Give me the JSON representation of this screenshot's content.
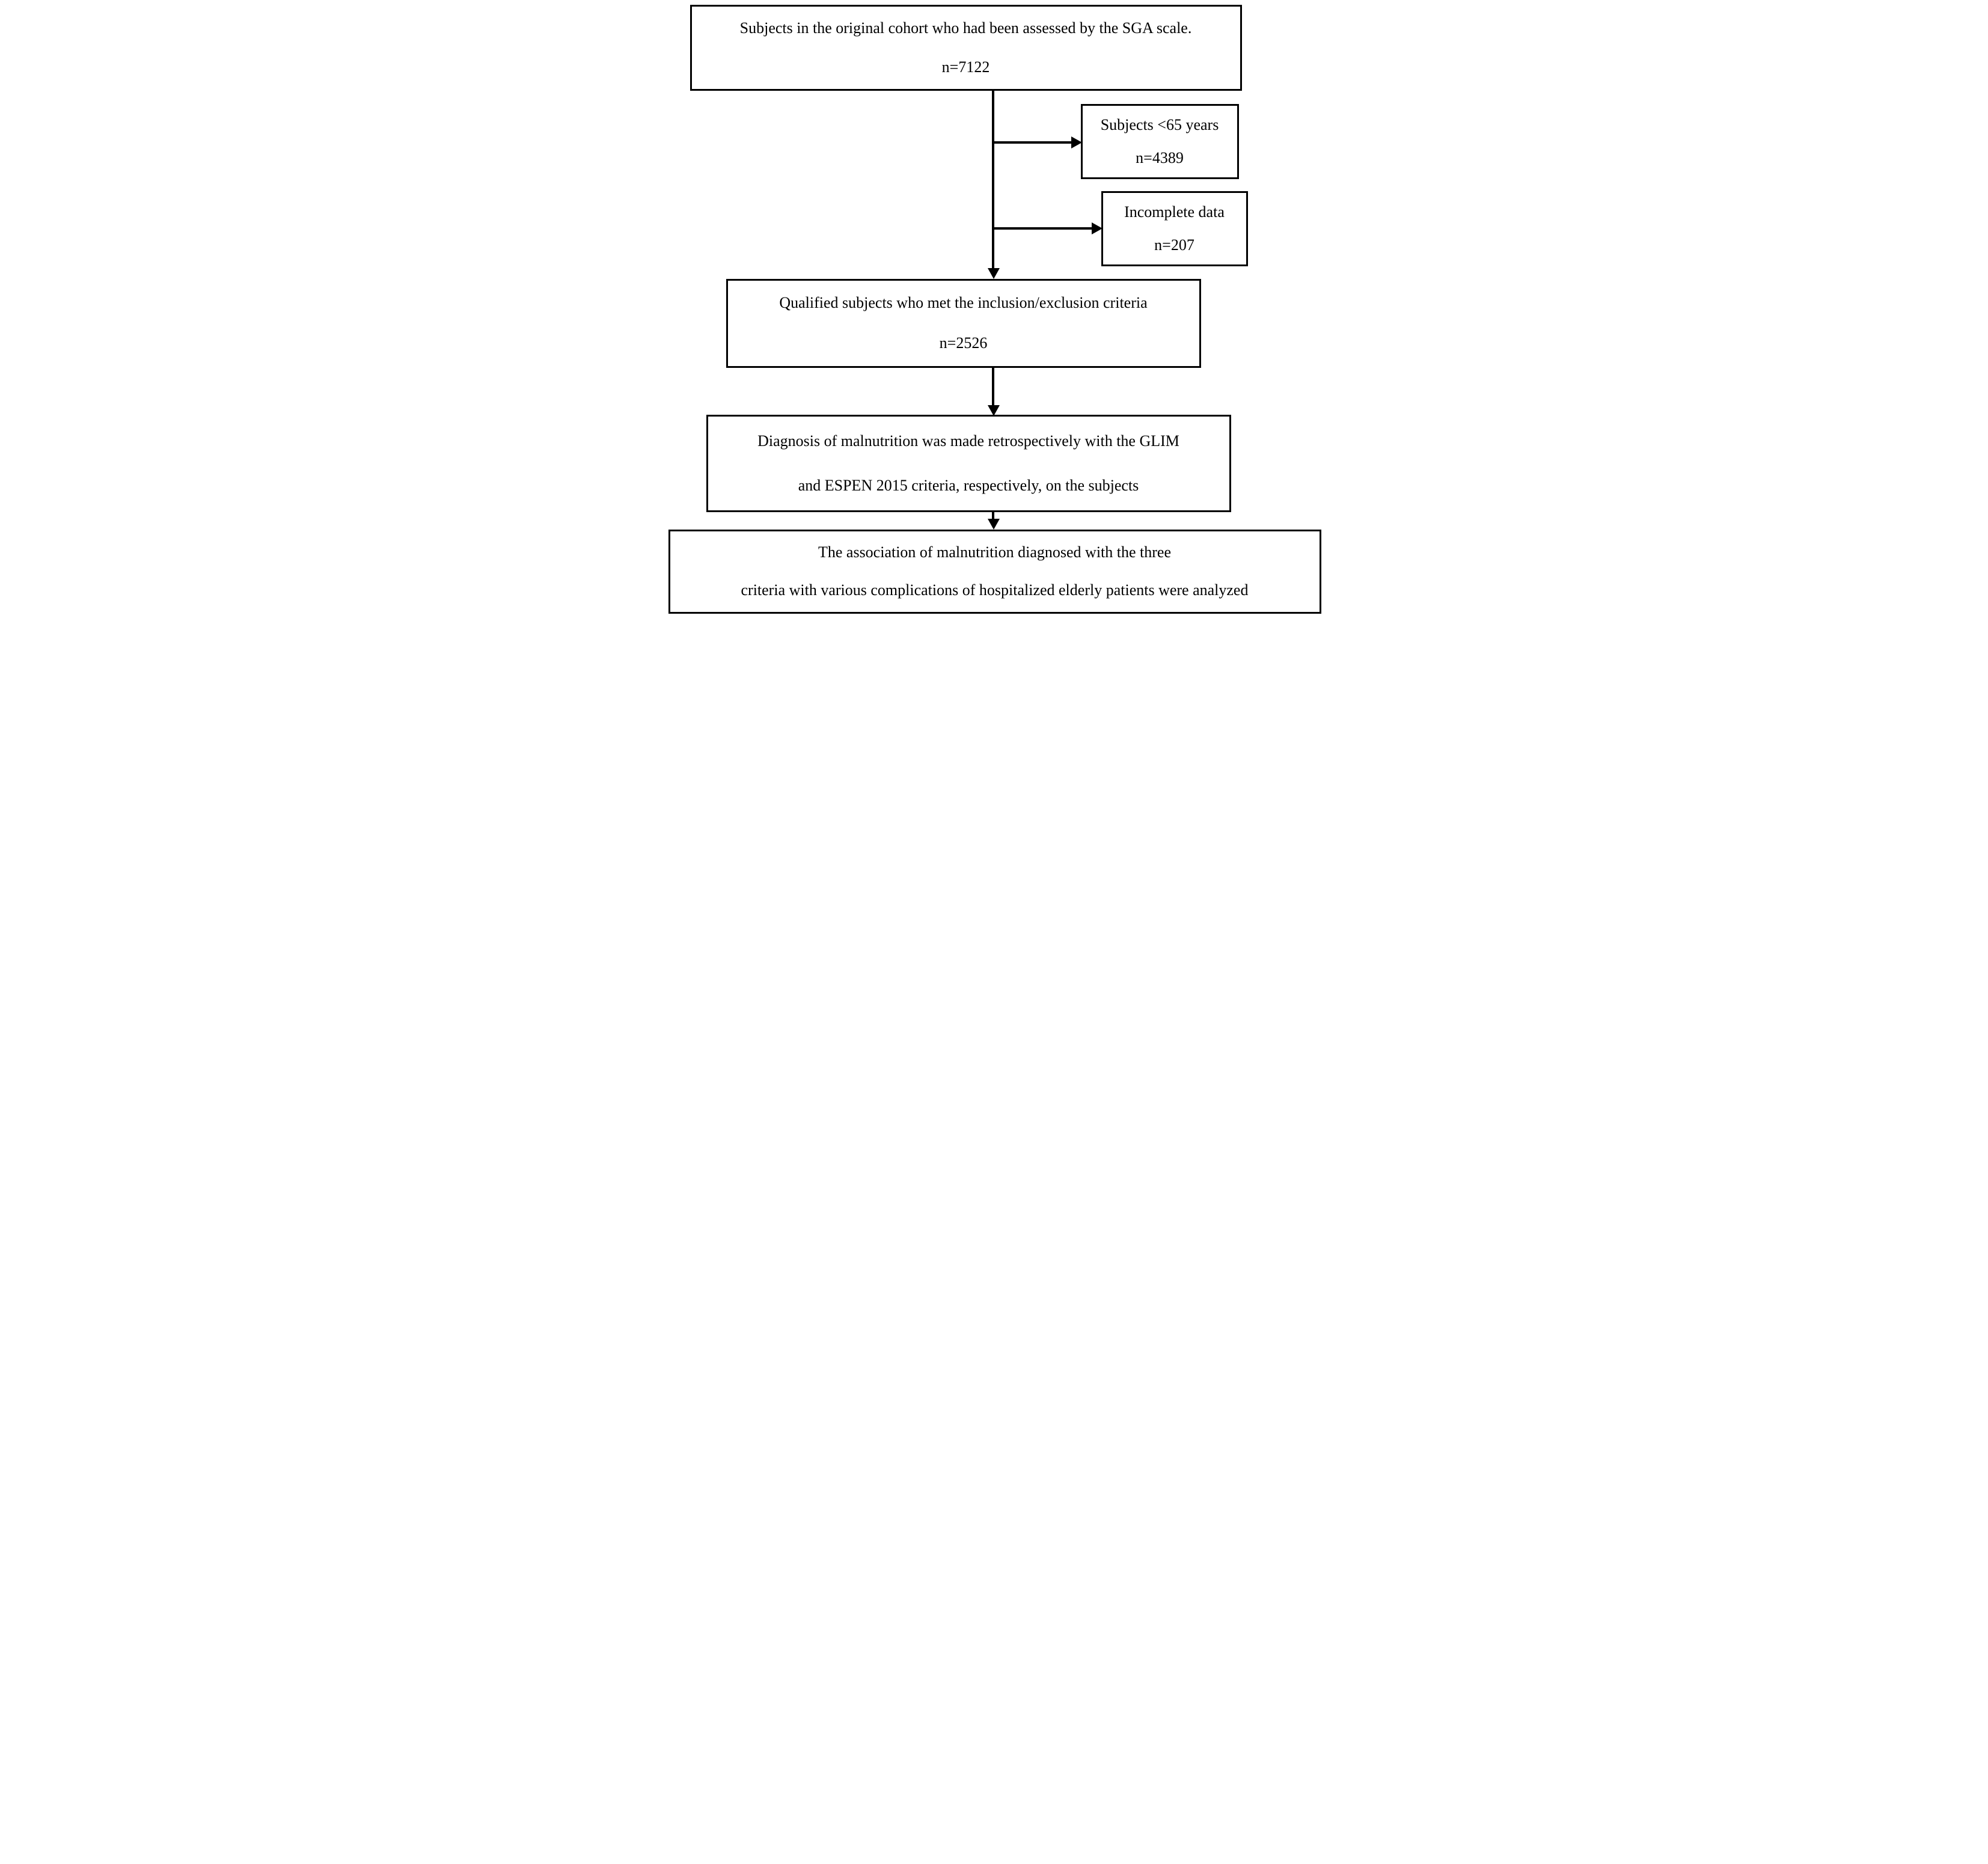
{
  "diagram": {
    "title": "Study subject selection flowchart",
    "colors": {
      "line": "#000000",
      "text": "#000000",
      "background": "#ffffff"
    },
    "boxes": [
      {
        "id": "cohort",
        "line1": "Subjects in the original cohort who had been assessed by the SGA scale.",
        "line2": "n=7122"
      },
      {
        "id": "excluded-age",
        "line1": "Subjects <65 years",
        "line2": "n=4389"
      },
      {
        "id": "excluded-incomplete-data",
        "line1": "Incomplete data",
        "line2": "n=207"
      },
      {
        "id": "qualified",
        "line1": "Qualified subjects who met the inclusion/exclusion criteria",
        "line2": "n=2526"
      },
      {
        "id": "diagnosis",
        "line1": "Diagnosis of malnutrition was made retrospectively with the GLIM",
        "line2": "and ESPEN 2015 criteria, respectively, on the subjects"
      },
      {
        "id": "analysis",
        "line1": "The association of malnutrition diagnosed with the three",
        "line2": "criteria with various complications of hospitalized elderly patients were analyzed"
      }
    ]
  }
}
